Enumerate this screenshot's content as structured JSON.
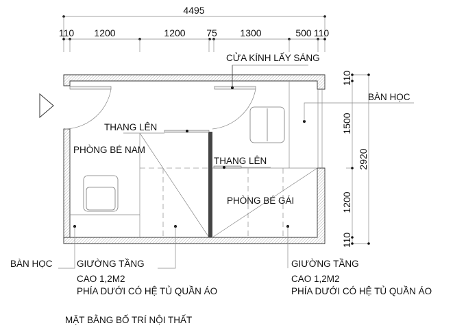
{
  "dimensions": {
    "total_width": "4495",
    "top_segments": [
      "110",
      "1200",
      "1200",
      "75",
      "1300",
      "500",
      "110"
    ],
    "total_height": "2920",
    "right_segments": [
      "110",
      "1500",
      "1200",
      "110"
    ]
  },
  "labels": {
    "window": "CỬA KÍNH LẤY SÁNG",
    "desk_right": "BÀN HỌC",
    "stairs_left": "THANG LÊN",
    "stairs_right": "THANG LÊN",
    "boy_room": "PHÒNG BÉ NAM",
    "girl_room": "PHÒNG BÉ GÁI",
    "desk_left": "BÀN HỌC",
    "bunk_left": {
      "title": "GIƯỜNG TẦNG",
      "height": "CAO 1,2M2",
      "note": "PHÍA DƯỚI CÓ HỆ TỦ QUẦN ÁO"
    },
    "bunk_right": {
      "title": "GIƯỜNG TẦNG",
      "height": "CAO 1,2M2",
      "note": "PHÍA DƯỚI CÓ HỆ TỦ QUẦN ÁO"
    }
  },
  "caption": "MẶT BẰNG BỐ TRÍ NỘI THẤT"
}
